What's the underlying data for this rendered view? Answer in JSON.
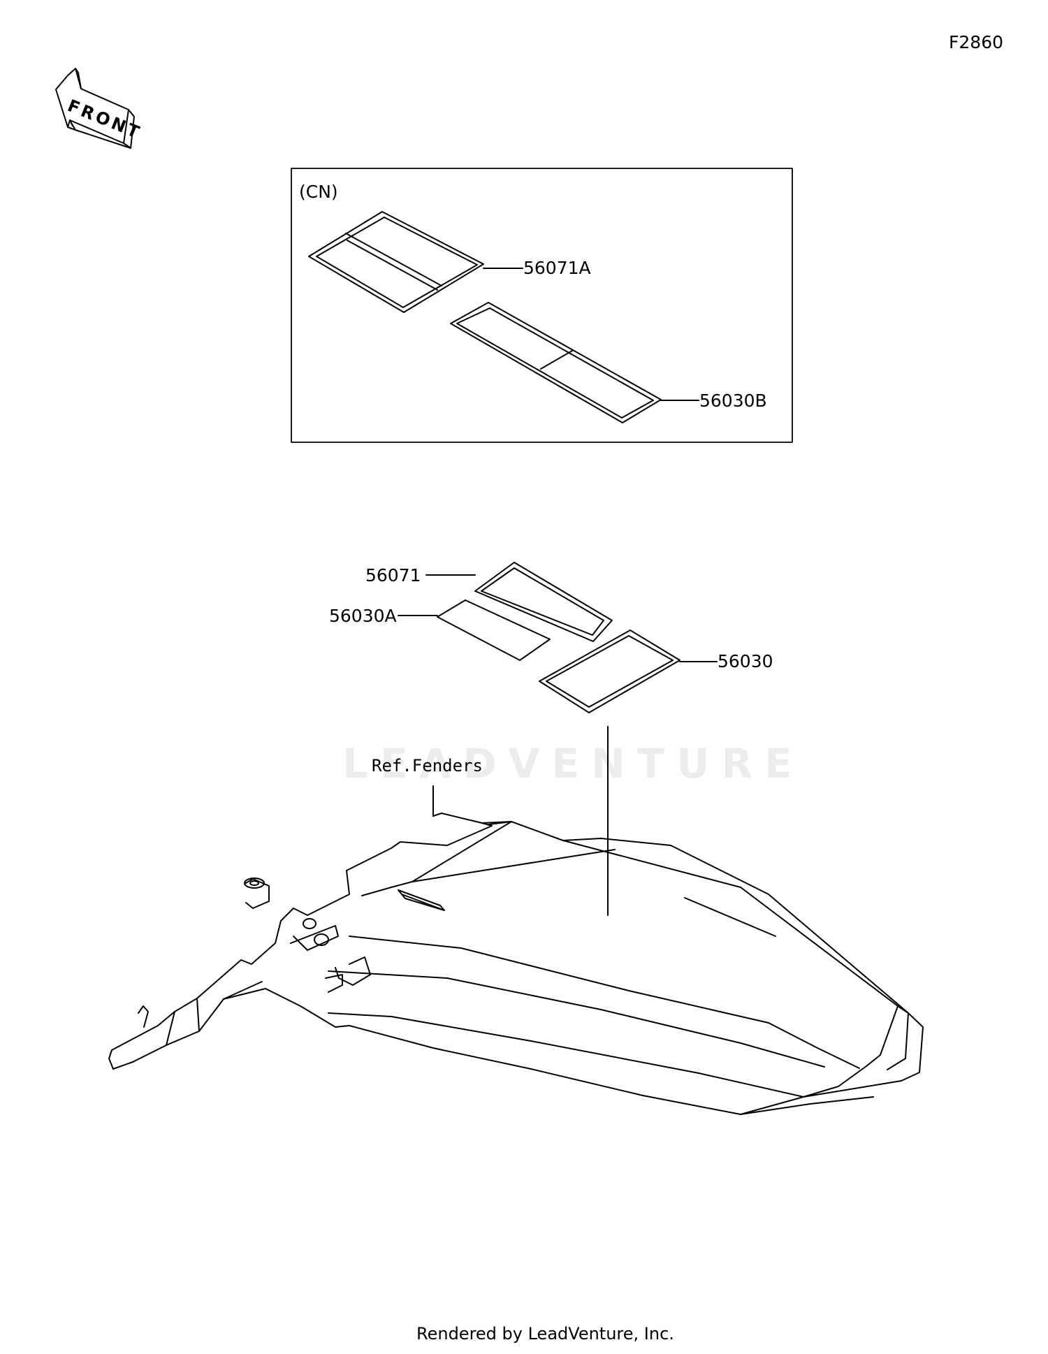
{
  "figure_id": "F2860",
  "front_label": "FRONT",
  "inset": {
    "region_label": "(CN)",
    "parts": [
      {
        "code": "56071A"
      },
      {
        "code": "56030B"
      }
    ]
  },
  "main": {
    "parts": [
      {
        "code": "56071"
      },
      {
        "code": "56030A"
      },
      {
        "code": "56030"
      }
    ],
    "reference_label": "Ref.Fenders"
  },
  "watermark_text": "LEADVENTURE",
  "footer": "Rendered by LeadVenture, Inc."
}
